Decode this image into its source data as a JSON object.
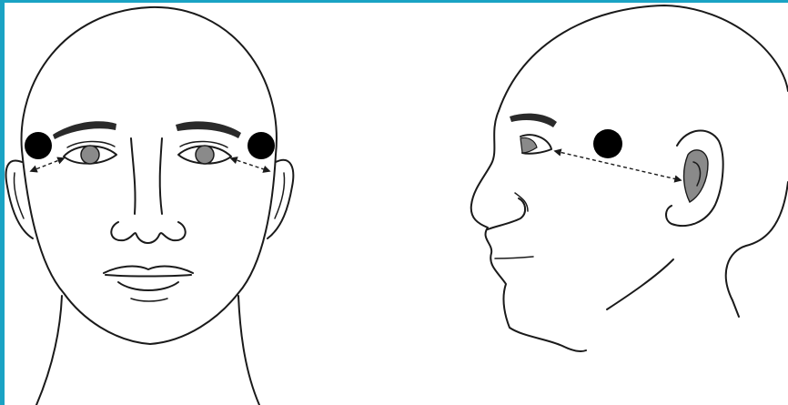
{
  "colors": {
    "frame": "#1aa3c4",
    "ink": "#1a1a1a",
    "iris": "#8a8a8a",
    "marker": "#000000",
    "brow": "#2a2a2a"
  },
  "figures": [
    {
      "view": "front",
      "markers": 2
    },
    {
      "view": "side",
      "markers": 1
    }
  ]
}
